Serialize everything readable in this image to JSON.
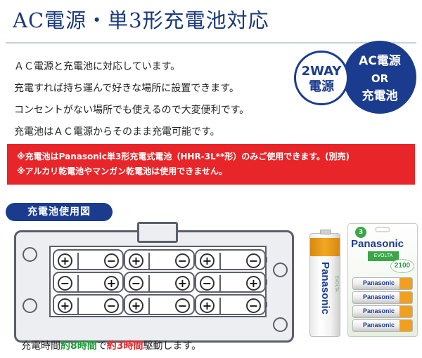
{
  "title": "AC電源・単3形充電池対応",
  "description": [
    "ＡＣ電源と充電池に対応しています。",
    "充電すれば持ち運んで好きな場所に設置できます。",
    "コンセントがない場所でも使えるので大変便利です。",
    "充電池はＡＣ電源からそのまま充電可能です。"
  ],
  "badges": {
    "twoway": {
      "line1": "2WAY",
      "line2": "電源"
    },
    "ac_or_rechargeable": {
      "line1": "AC電源",
      "line2": "OR",
      "line3": "充電池"
    }
  },
  "notice": [
    "※充電池はPanasonic単3形充電式電池（HHR-3L**形）のみご使用できます。(別売)",
    "※アルカリ乾電池やマンガン乾電池は使用できません。"
  ],
  "diagram_label": "充電池使用図",
  "battery_rows": [
    [
      "+",
      "−",
      "+",
      "−",
      "+",
      "−"
    ],
    [
      "−",
      "+",
      "−",
      "+",
      "−",
      "+"
    ],
    [
      "+",
      "−",
      "+",
      "−",
      "+",
      "−"
    ]
  ],
  "runtime": {
    "prefix": "充電時間",
    "charge_time": "約8時間",
    "middle": "で",
    "drive_time": "約3時間",
    "suffix": "駆動します。"
  },
  "product_photo": {
    "single_cell_brand": "Panasonic",
    "single_cell_sub": "EVOLTA",
    "pack_brand": "Panasonic",
    "pack_series": "EVOLTA",
    "pack_capacity": "2100",
    "pack_count_badge": "3",
    "pack_cell_brand": "Panasonic",
    "accent_color": "#f0a01e",
    "brand_color": "#1b3c8e"
  },
  "colors": {
    "title": "#1b3a7a",
    "notice_bg": "#e8262a",
    "badge_blue": "#1b3c8e",
    "highlight_green": "#1f9a3a",
    "highlight_red": "#e8262a"
  }
}
